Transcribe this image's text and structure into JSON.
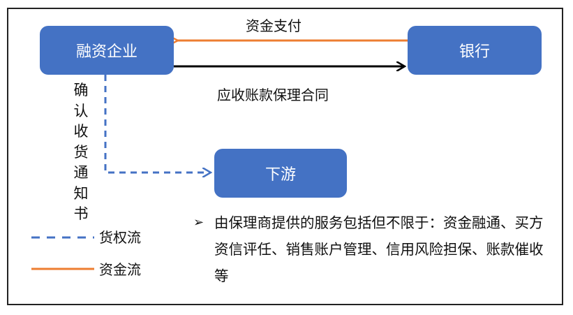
{
  "nodes": {
    "enterprise": "融资企业",
    "bank": "银行",
    "downstream": "下游"
  },
  "edges": {
    "fund_payment": "资金支付",
    "factoring_contract": "应收账款保理合同",
    "receipt_confirmation": "确认收货通知书"
  },
  "legend": {
    "goods_flow": "货权流",
    "cash_flow": "资金流"
  },
  "note": {
    "bullet": "➢",
    "text": "由保理商提供的服务包括但不限于：资金融通、买方资信评任、销售账户管理、信用风险担保、账款催收等"
  },
  "colors": {
    "node_fill": "#4472C4",
    "cash_flow": "#ED7D31",
    "goods_flow": "#4472C4",
    "contract_arrow": "#000000"
  }
}
